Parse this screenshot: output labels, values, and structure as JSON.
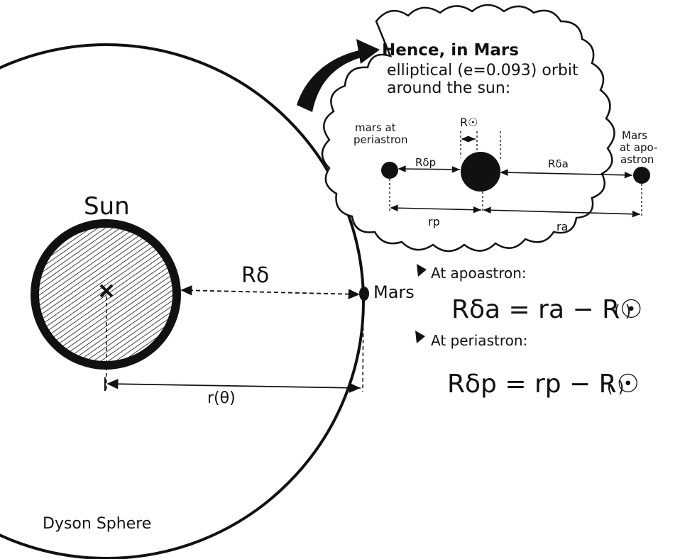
{
  "labels": {
    "sun": "Sun",
    "mars": "Mars",
    "r_s": "Rδ",
    "r_theta": "r(θ)",
    "dyson_sphere": "Dyson Sphere"
  },
  "inset": {
    "heading_line1": "Hence, in Mars",
    "heading_line2": "elliptical (e=0.093) orbit",
    "heading_line3": "around the sun:",
    "mars_periastron_line1": "mars at",
    "mars_periastron_line2": "periastron",
    "mars_apoastron_line1": "Mars",
    "mars_apoastron_line2": "at apo-",
    "mars_apoastron_line3": "astron",
    "r_sun": "R☉",
    "r_sp": "Rδp",
    "r_sa": "Rδa",
    "r_p": "rp",
    "r_a": "ra"
  },
  "equations": {
    "apoastron_label": "At apoastron:",
    "apoastron_eq": "Rδa = ra − R☉",
    "apoastron_paren": "(          )",
    "periastron_label": "At periastron:",
    "periastron_eq": "Rδp = rp − R☉",
    "periastron_paren": "(          )"
  }
}
